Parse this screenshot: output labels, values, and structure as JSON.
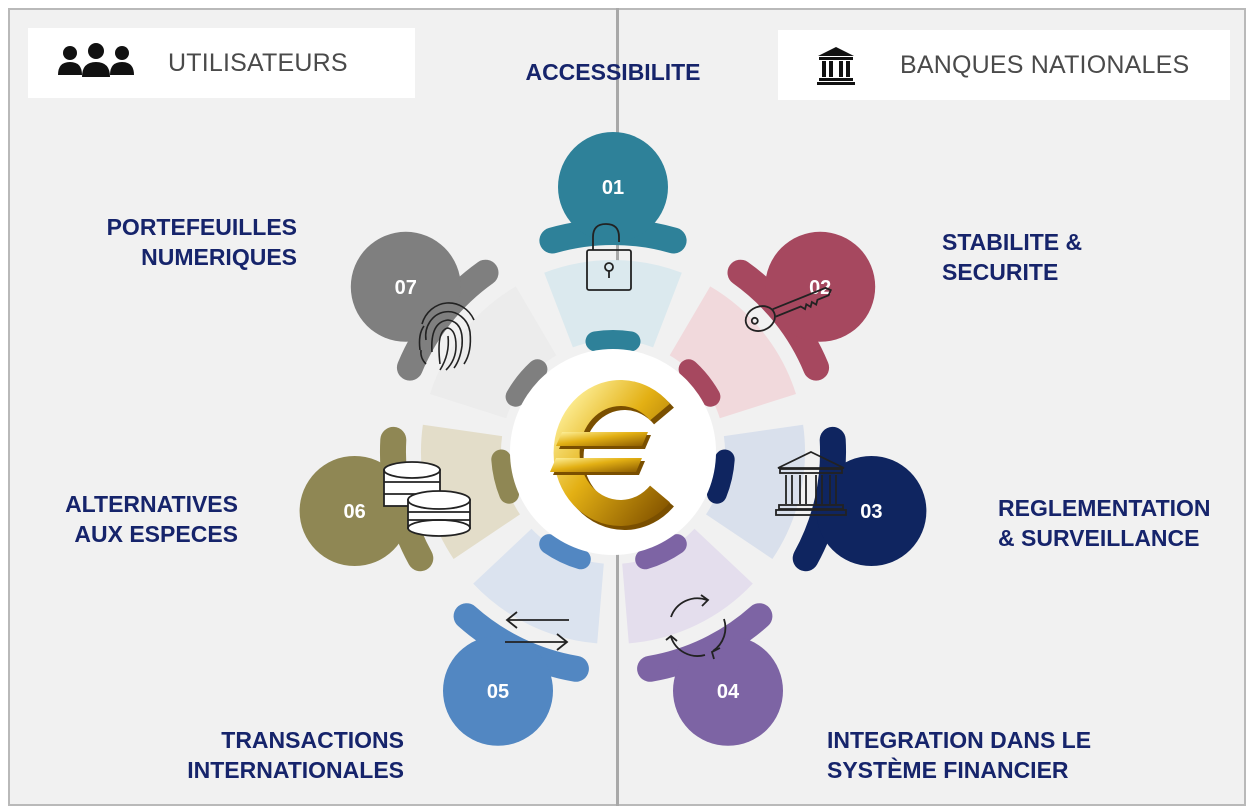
{
  "headers": {
    "left": {
      "title": "UTILISATEURS",
      "icon": "users-icon"
    },
    "right": {
      "title": "BANQUES NATIONALES",
      "icon": "bank-icon"
    }
  },
  "center": {
    "icon": "euro-icon"
  },
  "segments": [
    {
      "number": "01",
      "label_lines": [
        "ACCESSIBILITE"
      ],
      "icon": "unlock-icon",
      "color": "#2e8199",
      "fill": "#dbe9ee"
    },
    {
      "number": "02",
      "label_lines": [
        "STABILITE &",
        "SECURITE"
      ],
      "icon": "key-icon",
      "color": "#a6485f",
      "fill": "#f1d9dc"
    },
    {
      "number": "03",
      "label_lines": [
        "REGLEMENTATION",
        "& SURVEILLANCE"
      ],
      "icon": "bank-building-icon",
      "color": "#0f2560",
      "fill": "#d9e0ec"
    },
    {
      "number": "04",
      "label_lines": [
        "INTEGRATION DANS LE",
        "SYSTÈME FINANCIER"
      ],
      "icon": "refresh-icon",
      "color": "#7d64a4",
      "fill": "#e4deed"
    },
    {
      "number": "05",
      "label_lines": [
        "TRANSACTIONS",
        "INTERNATIONALES"
      ],
      "icon": "exchange-arrows-icon",
      "color": "#5287c2",
      "fill": "#dbe3ef"
    },
    {
      "number": "06",
      "label_lines": [
        "ALTERNATIVES",
        "AUX ESPECES"
      ],
      "icon": "coins-icon",
      "color": "#8f8754",
      "fill": "#e3ddc9"
    },
    {
      "number": "07",
      "label_lines": [
        "PORTEFEUILLES",
        "NUMERIQUES"
      ],
      "icon": "fingerprint-icon",
      "color": "#7f7f7f",
      "fill": "#ececec"
    }
  ],
  "colors": {
    "label_text": "#16246b",
    "header_text": "#4a4a4a",
    "panel_bg": "#f1f1f1"
  }
}
